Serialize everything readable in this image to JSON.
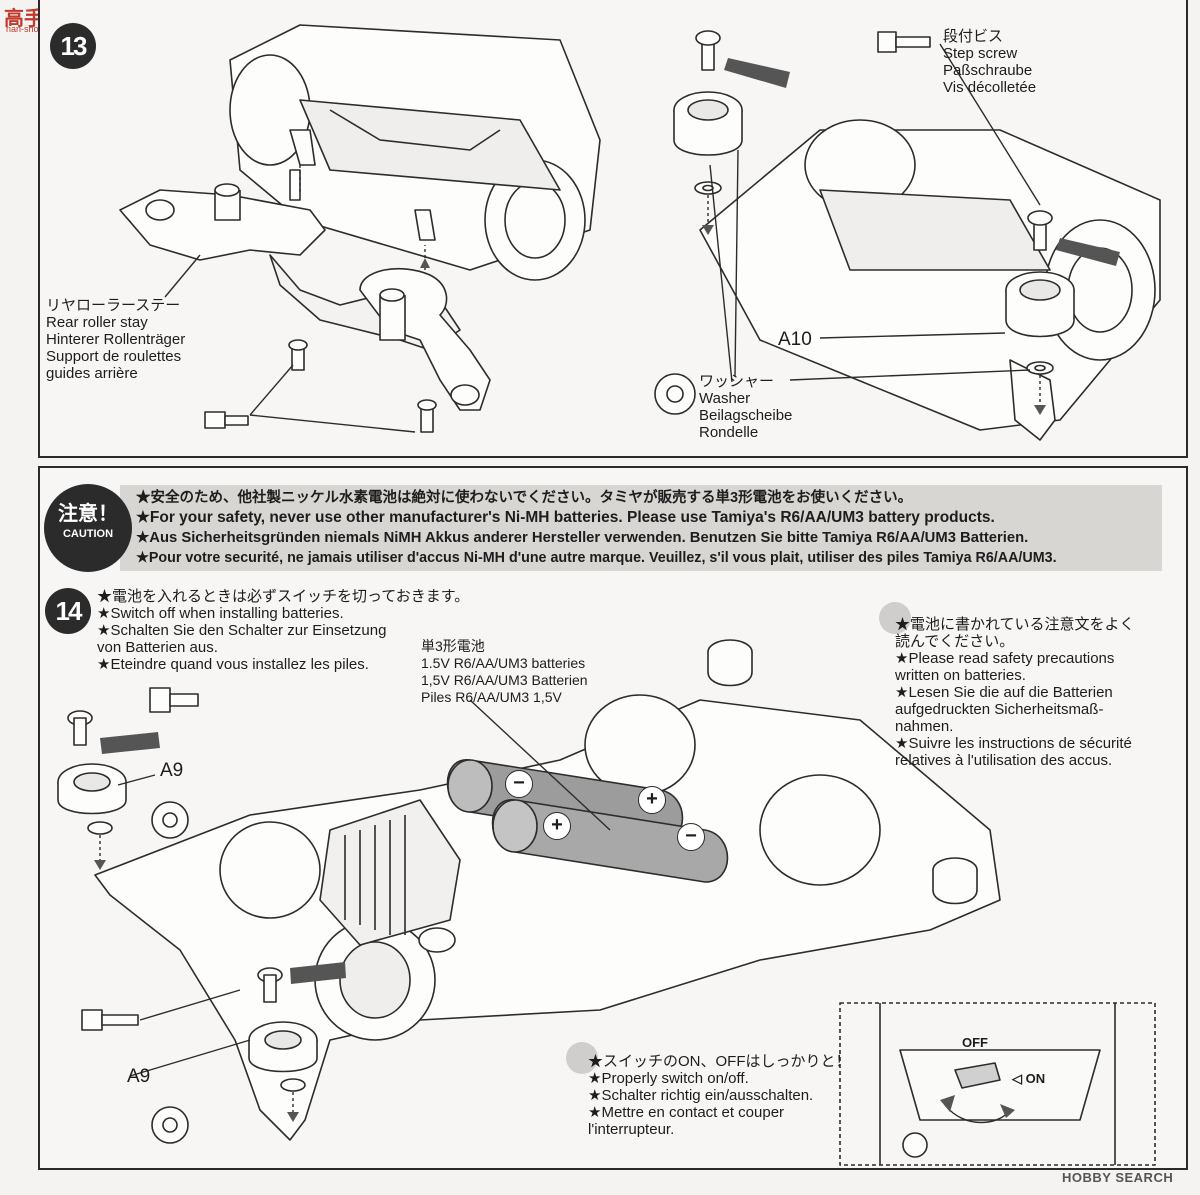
{
  "watermark_top": {
    "logo_text": "高手网",
    "url": "nan-shou.com"
  },
  "watermark_bottom": {
    "text": "HOBBY SEARCH"
  },
  "step13": {
    "number": "13",
    "rear_roller_stay": [
      "リヤローラーステー",
      "Rear roller stay",
      "Hinterer Rollenträger",
      "Support de roulettes",
      "guides arrière"
    ],
    "step_screw": [
      "段付ビス",
      "Step screw",
      "Paßschraube",
      "Vis décolletée"
    ],
    "part_a10": "A10",
    "washer": [
      "ワッシャー",
      "Washer",
      "Beilagscheibe",
      "Rondelle"
    ]
  },
  "caution": {
    "badge_jp": "注意！",
    "badge_en": "CAUTION",
    "lines": [
      "★安全のため、他社製ニッケル水素電池は絶対に使わないでください。タミヤが販売する単3形電池をお使いください。",
      "★For your safety, never use other manufacturer's Ni-MH batteries. Please use Tamiya's R6/AA/UM3 battery products.",
      "★Aus Sicherheitsgründen niemals NiMH Akkus anderer Hersteller verwenden. Benutzen Sie bitte Tamiya R6/AA/UM3 Batterien.",
      "★Pour votre securité, ne jamais utiliser d'accus Ni-MH d'une autre marque. Veuillez, s'il vous plait, utiliser des piles Tamiya R6/AA/UM3."
    ]
  },
  "step14": {
    "number": "14",
    "switch_off": [
      "★電池を入れるときは必ずスイッチを切っておきます。",
      "★Switch off when installing batteries.",
      "★Schalten Sie den Schalter zur Einsetzung",
      "von Batterien aus.",
      "★Eteindre quand vous installez les piles."
    ],
    "batteries": [
      "単3形電池",
      "1.5V R6/AA/UM3 batteries",
      "1,5V R6/AA/UM3 Batterien",
      "Piles R6/AA/UM3 1,5V"
    ],
    "safety": [
      "★電池に書かれている注意文をよく",
      "読んでください。",
      "★Please read safety precautions",
      "written on batteries.",
      "★Lesen Sie die auf die Batterien",
      "aufgedruckten Sicherheitsmaß-",
      "nahmen.",
      "★Suivre les instructions de sécurité",
      "relatives à l'utilisation des accus."
    ],
    "part_a9_upper": "A9",
    "part_a9_lower": "A9",
    "switch_onoff": [
      "★スイッチのON、OFFはしっかりと！",
      "★Properly switch on/off.",
      "★Schalter richtig ein/ausschalten.",
      "★Mettre en contact et couper",
      "l'interrupteur."
    ],
    "off_label": "OFF",
    "on_label": "◁ ON",
    "plus": "+",
    "minus": "−"
  }
}
